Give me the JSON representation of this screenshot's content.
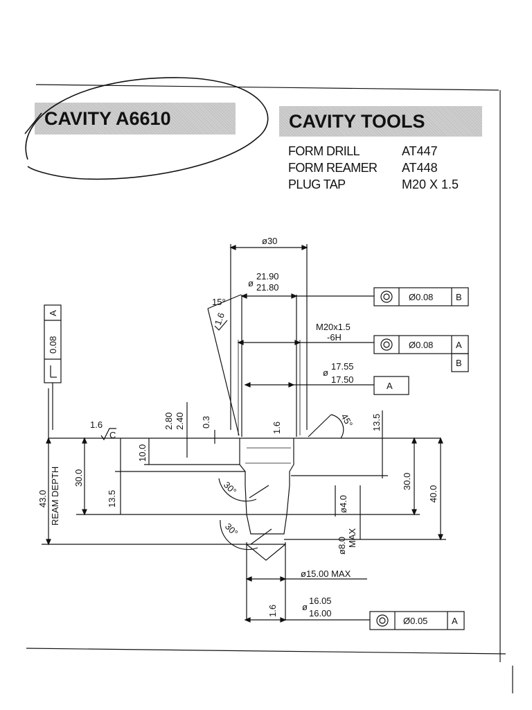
{
  "header": {
    "cavity_title": "CAVITY  A6610",
    "tools_title": "CAVITY TOOLS"
  },
  "tools": [
    {
      "label": "FORM DRILL",
      "value": "AT447"
    },
    {
      "label": "FORM REAMER",
      "value": "AT448"
    },
    {
      "label": "PLUG TAP",
      "value": "M20 X 1.5"
    }
  ],
  "dims": {
    "d30": "ø30",
    "d21_sym": "ø",
    "d21_hi": "21.90",
    "d21_lo": "21.80",
    "angle15": "15°",
    "thread_1": "M20x1.5",
    "thread_2": "-6H",
    "d17_sym": "ø",
    "d17_hi": "17.55",
    "d17_lo": "17.50",
    "angle45": "45°",
    "d2_80": "2.80",
    "d2_40": "2.40",
    "d0_3": "0.3",
    "d13_5_top": "13.5",
    "d10": "10.0",
    "d30_left": "30.0",
    "d13_5_left": "13.5",
    "d43": "43.0",
    "ream_depth": "REAM DEPTH",
    "angle30a": "30°",
    "angle30b": "30°",
    "d4": "ø4.0",
    "d8": "ø8.0",
    "max": "MAX",
    "d30_right": "30.0",
    "d40": "40.0",
    "d15max": "ø15.00 MAX",
    "d16_sym": "ø",
    "d16_hi": "16.05",
    "d16_lo": "16.00",
    "rough_top": "1.6",
    "rough_c": "C",
    "rough_mid": "1.6",
    "rough_bot": "1.6",
    "rough_chamfer": "1.6"
  },
  "tolerances": {
    "fcf_b": {
      "value": "Ø0.08",
      "datum": "B"
    },
    "fcf_ab": {
      "value": "Ø0.08",
      "datum": "A",
      "datum2": "B"
    },
    "datum_a": "A",
    "fcf_bottom": {
      "value": "Ø0.05",
      "datum": "A"
    },
    "perp_value": "0.08",
    "perp_datum": "A"
  }
}
